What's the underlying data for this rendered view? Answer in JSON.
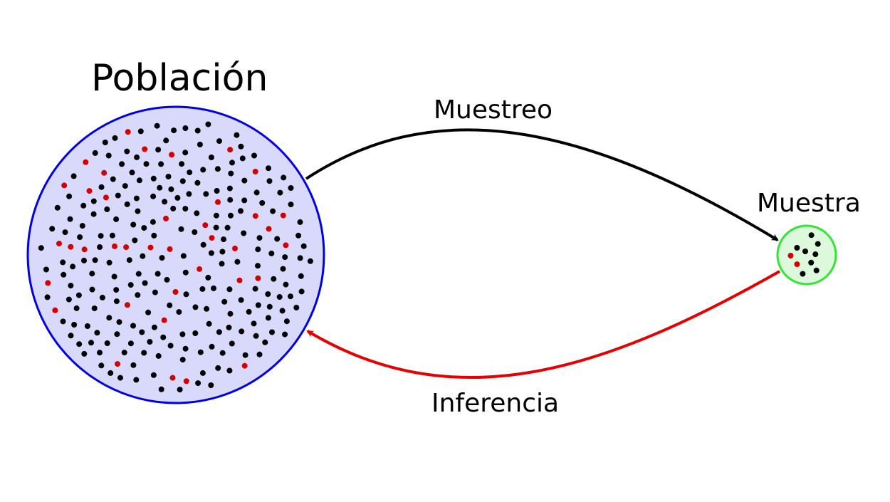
{
  "labels": {
    "population": "Población",
    "sampling": "Muestreo",
    "sample": "Muestra",
    "inference": "Inferencia"
  },
  "colors": {
    "population_stroke": "#0000e6",
    "population_fill": "#d9d9fb",
    "sample_stroke": "#33e633",
    "sample_fill": "#dcf9dc",
    "sampling_arrow": "#000000",
    "inference_arrow": "#e60000",
    "dot_default": "#000000",
    "dot_marked": "#d40000"
  },
  "population_dots": {
    "black_count": 230,
    "red_count": 38
  },
  "sample_dots": {
    "black_count": 8,
    "red_count": 2
  }
}
